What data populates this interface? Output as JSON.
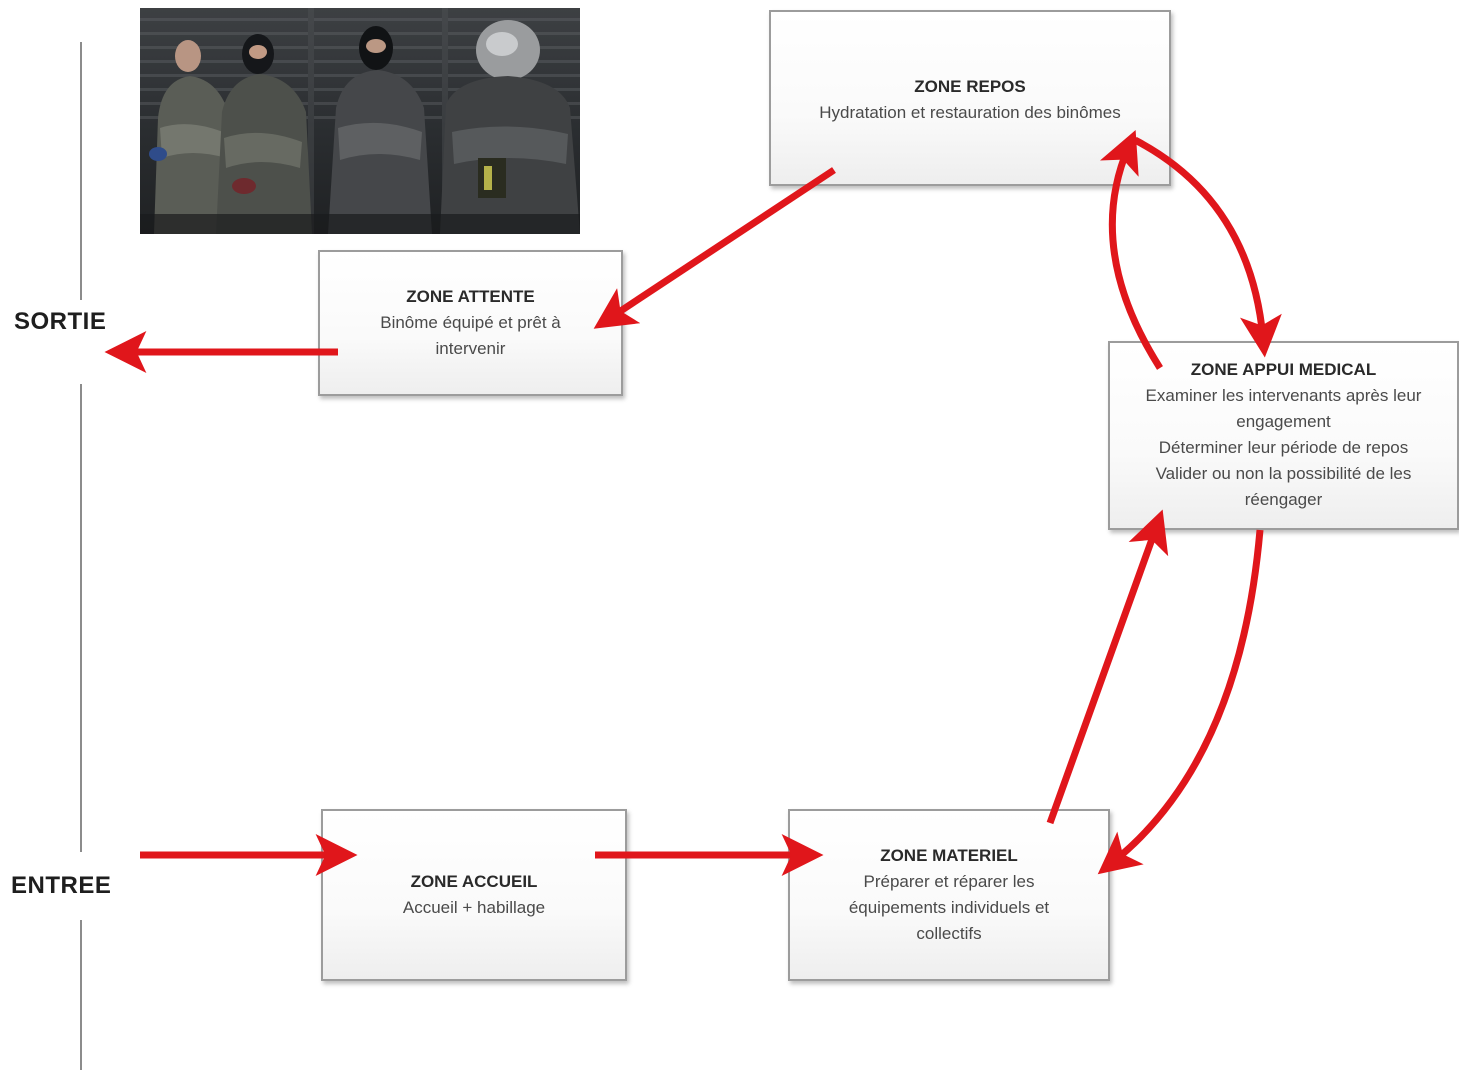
{
  "colors": {
    "arrow": "#e0161b",
    "box_border": "#9c9c9c",
    "side_line": "#8c8c8c"
  },
  "photo": {
    "icon": "firefighters-photo"
  },
  "labels": {
    "sortie": "SORTIE",
    "entree": "ENTREE"
  },
  "zones": {
    "repos": {
      "title": "ZONE REPOS",
      "lines": [
        "Hydratation et restauration des binômes"
      ]
    },
    "attente": {
      "title": "ZONE ATTENTE",
      "lines": [
        "Binôme équipé et prêt à",
        "intervenir"
      ]
    },
    "appui_medical": {
      "title": "ZONE APPUI MEDICAL",
      "lines": [
        "Examiner les intervenants après leur",
        "engagement",
        "Déterminer leur période de repos",
        "Valider ou non la possibilité de les",
        "réengager"
      ]
    },
    "accueil": {
      "title": "ZONE ACCUEIL",
      "lines": [
        "Accueil + habillage"
      ]
    },
    "materiel": {
      "title": "ZONE MATERIEL",
      "lines": [
        "Préparer et réparer les",
        "équipements individuels et",
        "collectifs"
      ]
    }
  }
}
